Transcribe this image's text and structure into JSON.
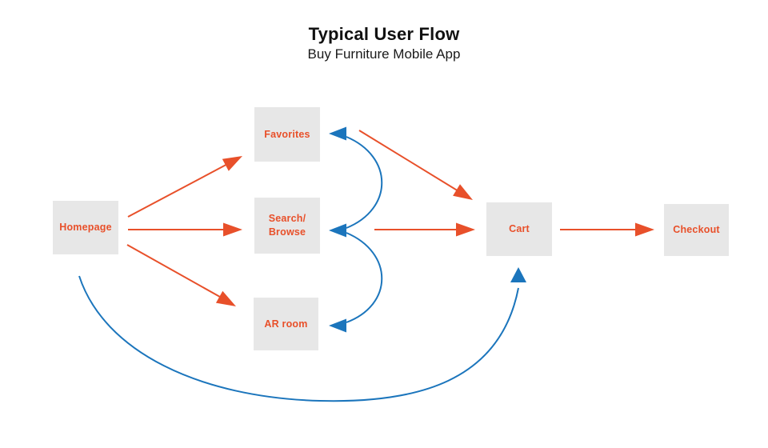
{
  "header": {
    "title": "Typical User Flow",
    "subtitle": "Buy Furniture Mobile App"
  },
  "colors": {
    "accent_orange": "#e8502a",
    "accent_blue": "#1b75bc",
    "node_fill": "#e7e7e7",
    "title_text": "#111111"
  },
  "nodes": [
    {
      "id": "homepage",
      "label": "Homepage"
    },
    {
      "id": "favorites",
      "label": "Favorites"
    },
    {
      "id": "search-browse",
      "label": "Search/\nBrowse"
    },
    {
      "id": "ar-room",
      "label": "AR room"
    },
    {
      "id": "cart",
      "label": "Cart"
    },
    {
      "id": "checkout",
      "label": "Checkout"
    }
  ],
  "edges": [
    {
      "from": "Homepage",
      "to": "Favorites",
      "color": "orange",
      "style": "straight"
    },
    {
      "from": "Homepage",
      "to": "Search/Browse",
      "color": "orange",
      "style": "straight"
    },
    {
      "from": "Homepage",
      "to": "AR room",
      "color": "orange",
      "style": "straight"
    },
    {
      "from": "Favorites",
      "to": "Cart",
      "color": "orange",
      "style": "straight"
    },
    {
      "from": "Search/Browse",
      "to": "Cart",
      "color": "orange",
      "style": "straight"
    },
    {
      "from": "Cart",
      "to": "Checkout",
      "color": "orange",
      "style": "straight"
    },
    {
      "from": "Favorites",
      "to": "Search/Browse",
      "color": "blue",
      "style": "arc",
      "arrows": "both-ends-left"
    },
    {
      "from": "Search/Browse",
      "to": "AR room",
      "color": "blue",
      "style": "arc",
      "arrows": "both-ends-left"
    },
    {
      "from": "Homepage",
      "to": "Cart",
      "color": "blue",
      "style": "long-bottom-curve"
    }
  ]
}
